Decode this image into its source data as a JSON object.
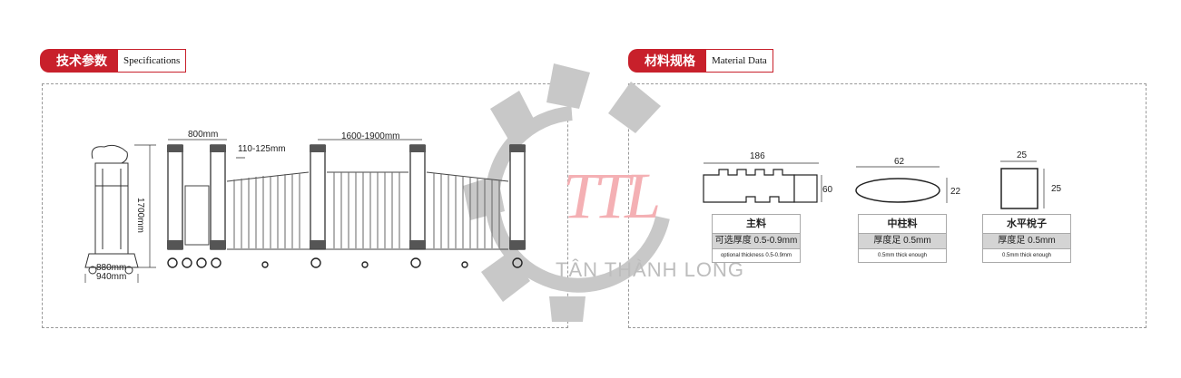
{
  "left_section": {
    "title_cn": "技术参数",
    "title_en": "Specifications",
    "dims": {
      "width_800": "800mm",
      "spacing": "110-125mm",
      "span": "1600-1900mm",
      "height": "1700mm",
      "base_880": "880mm",
      "base_940": "940mm"
    }
  },
  "right_section": {
    "title_cn": "材料规格",
    "title_en": "Material Data",
    "profiles": [
      {
        "name": "主料",
        "spec": "可选厚度 0.5-0.9mm",
        "note": "optional thickness 0.5-0.9mm",
        "w": "186",
        "h": "60"
      },
      {
        "name": "中柱料",
        "spec": "厚度足 0.5mm",
        "note": "0.5mm thick enough",
        "w": "62",
        "h": "22"
      },
      {
        "name": "水平梲子",
        "spec": "厚度足 0.5mm",
        "note": "0.5mm thick enough",
        "w": "25",
        "h": "25"
      }
    ]
  },
  "watermark": {
    "brand": "TÂN THÀNH LONG"
  },
  "colors": {
    "accent": "#c8202b",
    "watermark_gray": "#bdbdbd",
    "watermark_pink": "#f2a3a8"
  }
}
